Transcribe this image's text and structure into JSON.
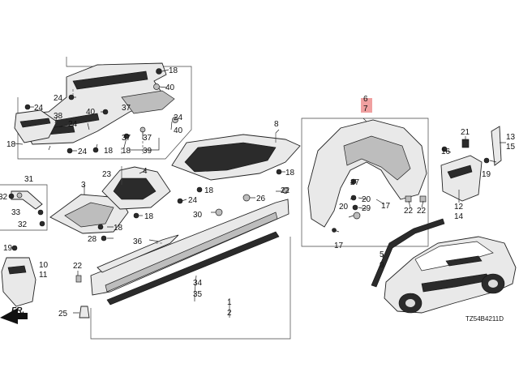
{
  "diagram": {
    "ref_code": "TZ54B4211D",
    "direction_label": "FR.",
    "callouts": {
      "c1": "1",
      "c2": "2",
      "c3": "3",
      "c4": "4",
      "c5": "5",
      "c6": "6",
      "c7": "7",
      "c8": "8",
      "c9": "9",
      "c10": "10",
      "c11": "11",
      "c12": "12",
      "c13": "13",
      "c14": "14",
      "c15": "15",
      "c16": "16",
      "c17a": "17",
      "c17b": "17",
      "c18a": "18",
      "c18b": "18",
      "c18c": "18",
      "c18d": "18",
      "c18e": "18",
      "c18f": "18",
      "c19a": "19",
      "c19b": "19",
      "c20a": "20",
      "c20b": "20",
      "c21": "21",
      "c22a": "22",
      "c22b": "22",
      "c22c": "22",
      "c22d": "22",
      "c23": "23",
      "c24a": "24",
      "c24b": "24",
      "c24c": "24",
      "c24d": "24",
      "c24e": "24",
      "c25": "25",
      "c26": "26",
      "c27": "27",
      "c28": "28",
      "c29": "29",
      "c30": "30",
      "c31": "31",
      "c32a": "32",
      "c32b": "32",
      "c33": "33",
      "c34": "34",
      "c35": "35",
      "c36": "36",
      "c37a": "37",
      "c37b": "37",
      "c37c": "37",
      "c38": "38",
      "c39": "39",
      "c40a": "40",
      "c40b": "40",
      "c40c": "40"
    }
  }
}
